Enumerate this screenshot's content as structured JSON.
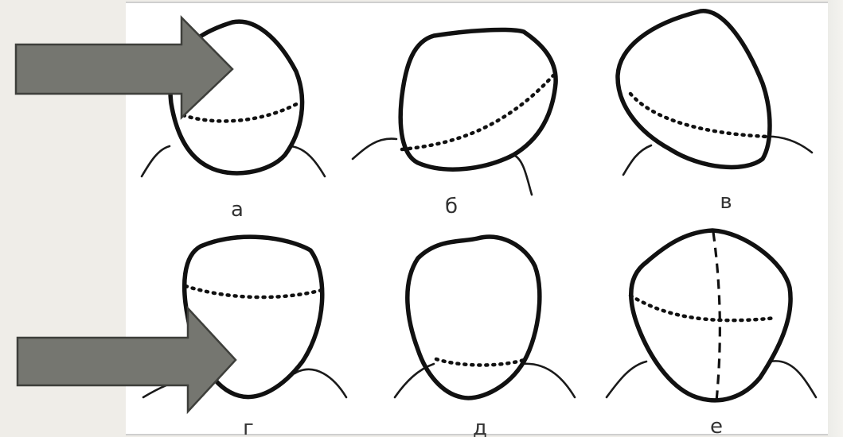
{
  "figure": {
    "labels": [
      "а",
      "б",
      "в",
      "г",
      "д",
      "е"
    ]
  },
  "colors": {
    "arrow_fill": "#757670",
    "arrow_stroke": "#3e3f3b",
    "outline": "#111111",
    "background": "#efede8"
  }
}
